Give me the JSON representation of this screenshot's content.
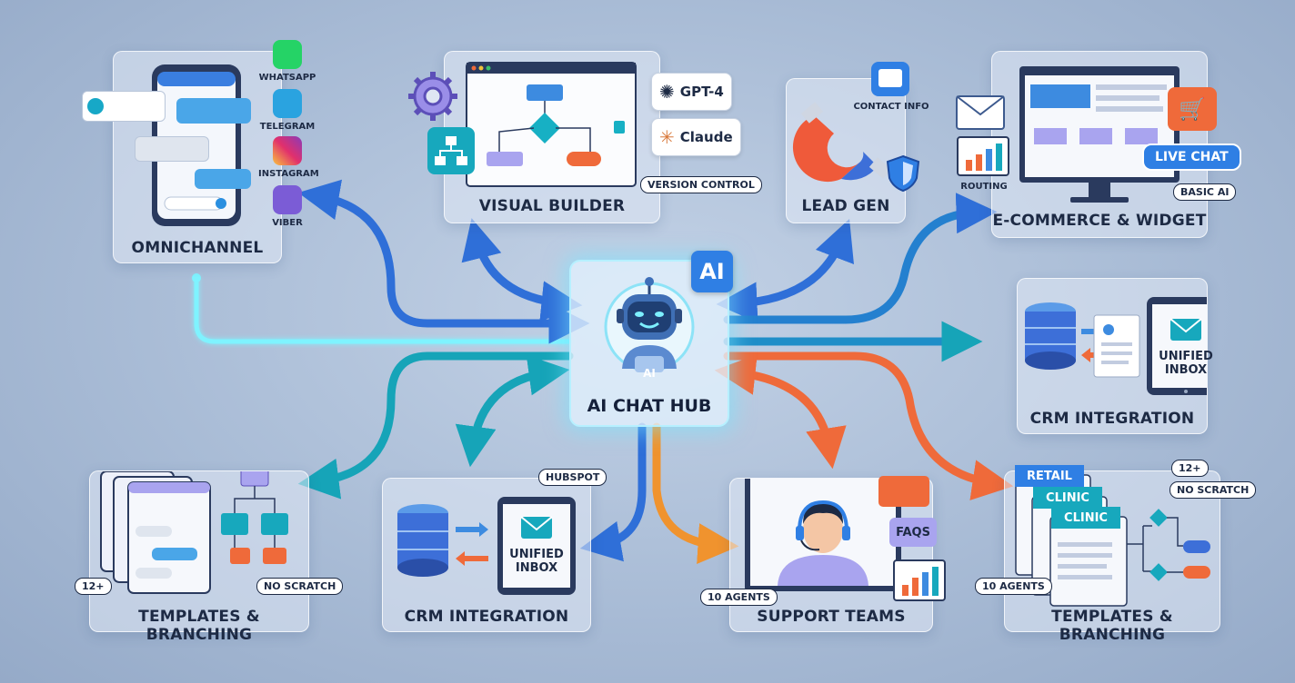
{
  "hub": {
    "title": "AI CHAT HUB",
    "badge": "AI",
    "bot_badge": "AI"
  },
  "omnichannel": {
    "title": "OMNICHANNEL",
    "apps": [
      {
        "label": "WHATSAPP",
        "icon": "whatsapp-icon",
        "color": "#25d366"
      },
      {
        "label": "TELEGRAM",
        "icon": "telegram-icon",
        "color": "#2aa3e0"
      },
      {
        "label": "INSTAGRAM",
        "icon": "instagram-icon",
        "color": "#e1306c"
      },
      {
        "label": "VIBER",
        "icon": "viber-icon",
        "color": "#7b5cd6"
      }
    ]
  },
  "visual_builder": {
    "title": "VISUAL BUILDER",
    "models": [
      {
        "label": "GPT-4",
        "icon": "openai-icon"
      },
      {
        "label": "Claude",
        "icon": "claude-icon"
      }
    ],
    "badge": "VERSION CONTROL"
  },
  "lead_gen": {
    "title": "LEAD GEN",
    "contact_label": "CONTACT INFO"
  },
  "ecommerce": {
    "title": "E-COMMERCE & WIDGET",
    "live_chat": "LIVE CHAT",
    "routing": "ROUTING",
    "basic_ai": "BASIC AI"
  },
  "crm_right": {
    "title": "CRM INTEGRATION",
    "inbox": [
      "UNIFIED",
      "INBOX"
    ]
  },
  "templates_left": {
    "title": "TEMPLATES & BRANCHING",
    "badge_count": "12+",
    "badge_scratch": "NO SCRATCH"
  },
  "crm_bottom": {
    "title": "CRM INTEGRATION",
    "hubspot": "HUBSPOT",
    "inbox": [
      "UNIFIED",
      "INBOX"
    ]
  },
  "support": {
    "title": "SUPPORT TEAMS",
    "faqs": "FAQS",
    "agents": "10 AGENTS"
  },
  "templates_right": {
    "title": "TEMPLATES & BRANCHING",
    "tabs": [
      "RETAIL",
      "CLINIC",
      "CLINIC"
    ],
    "badge_count": "12+",
    "badge_scratch": "NO SCRATCH",
    "agents": "10 AGENTS"
  },
  "colors": {
    "blue": "#2f6fd8",
    "teal": "#16a4b8",
    "orange": "#ef6a3a",
    "amber": "#f0932e",
    "cyan_glow": "#7ff3ff",
    "ink": "#1d2a44"
  }
}
